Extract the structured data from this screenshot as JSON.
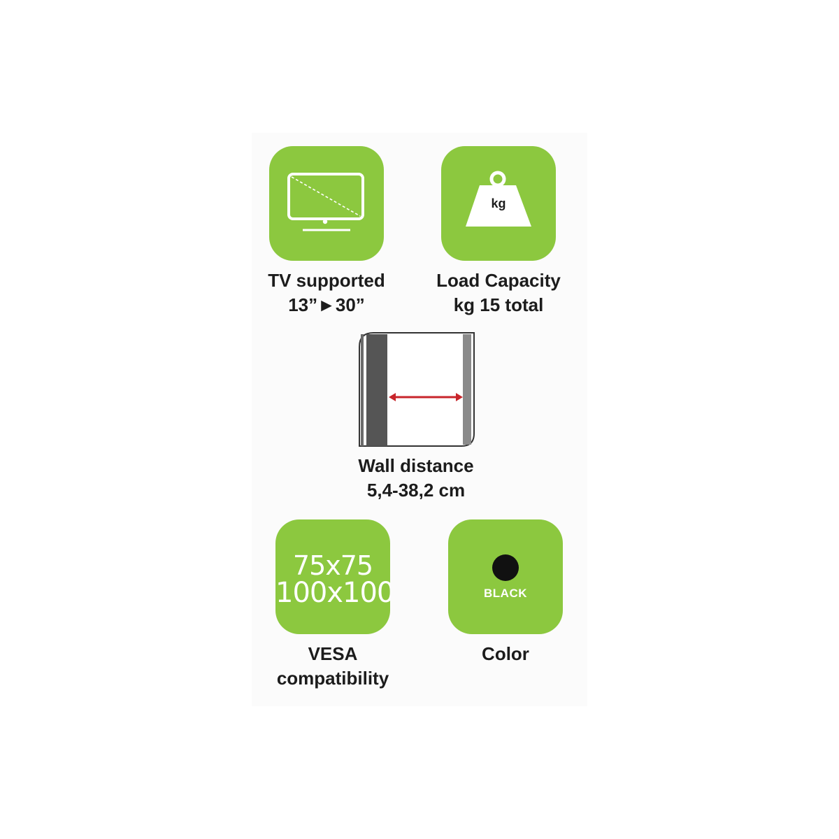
{
  "features": {
    "tv_supported": {
      "icon": "tv-icon",
      "line1": "TV supported",
      "line2": "13”►30”"
    },
    "load_capacity": {
      "icon": "weight-icon",
      "icon_label": "kg",
      "line1": "Load Capacity",
      "line2": "kg 15 total"
    },
    "wall_distance": {
      "icon": "wall-distance-icon",
      "line1": "Wall distance",
      "line2": "5,4-38,2 cm"
    },
    "vesa": {
      "icon_line1": "75x75",
      "icon_line2": "100x100",
      "line1": "VESA",
      "line2": "compatibility"
    },
    "color": {
      "icon": "color-dot-icon",
      "icon_label": "BLACK",
      "line1": "Color"
    }
  },
  "colors": {
    "tile_green": "#8cc83f",
    "text_dark": "#1c1c1c",
    "arrow_red": "#c8252b",
    "wall_gray": "#555555",
    "swatch_black": "#111111"
  }
}
